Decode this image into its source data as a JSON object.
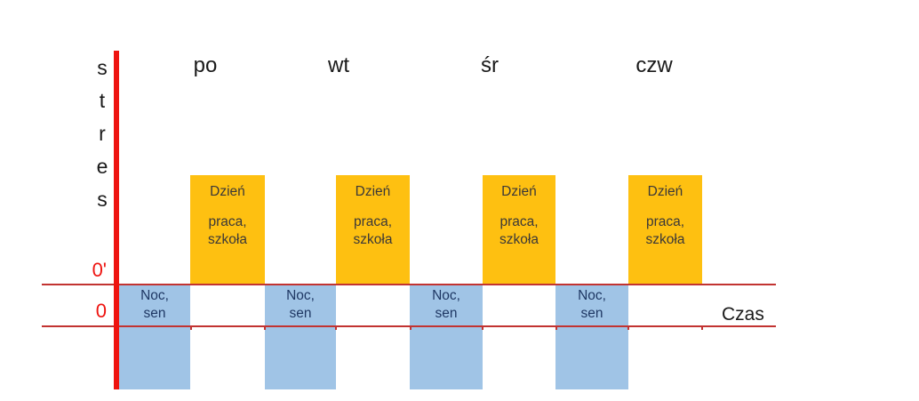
{
  "y_axis": {
    "label": "stres",
    "tick_upper": "0'",
    "tick_lower": "0"
  },
  "x_axis": {
    "label": "Czas"
  },
  "days": [
    "po",
    "wt",
    "śr",
    "czw"
  ],
  "blocks": {
    "day": {
      "line1": "Dzień",
      "line2": "praca,",
      "line3": "szkoła"
    },
    "night": {
      "line1": "Noc,",
      "line2": "sen"
    }
  },
  "colors": {
    "axis_red": "#ee1410",
    "reference_line_red": "#c23331",
    "day_block_orange": "#fec011",
    "night_block_blue": "#a0c4e6",
    "day_text": "#3b3838",
    "night_text": "#1f3864",
    "value_label_red": "#ee1410",
    "text_black": "#1a1a1a"
  },
  "chart_data": {
    "type": "area",
    "title": "",
    "xlabel": "Czas",
    "ylabel": "stres",
    "x_day_labels": [
      "po",
      "wt",
      "śr",
      "czw"
    ],
    "y_reference_lines": [
      "0'",
      "0"
    ],
    "legend_position": "none",
    "grid": false,
    "sequence": [
      {
        "day": "po",
        "period": "Noc, sen",
        "stress_level": "low",
        "band": "below 0' down past 0"
      },
      {
        "day": "po",
        "period": "Dzień praca, szkoła",
        "stress_level": "high",
        "band": "above 0'"
      },
      {
        "day": "wt",
        "period": "Noc, sen",
        "stress_level": "low",
        "band": "below 0' down past 0"
      },
      {
        "day": "wt",
        "period": "Dzień praca, szkoła",
        "stress_level": "high",
        "band": "above 0'"
      },
      {
        "day": "śr",
        "period": "Noc, sen",
        "stress_level": "low",
        "band": "below 0' down past 0"
      },
      {
        "day": "śr",
        "period": "Dzień praca, szkoła",
        "stress_level": "high",
        "band": "above 0'"
      },
      {
        "day": "czw",
        "period": "Noc, sen",
        "stress_level": "low",
        "band": "below 0' down past 0"
      },
      {
        "day": "czw",
        "period": "Dzień praca, szkoła",
        "stress_level": "high",
        "band": "above 0'"
      }
    ]
  }
}
